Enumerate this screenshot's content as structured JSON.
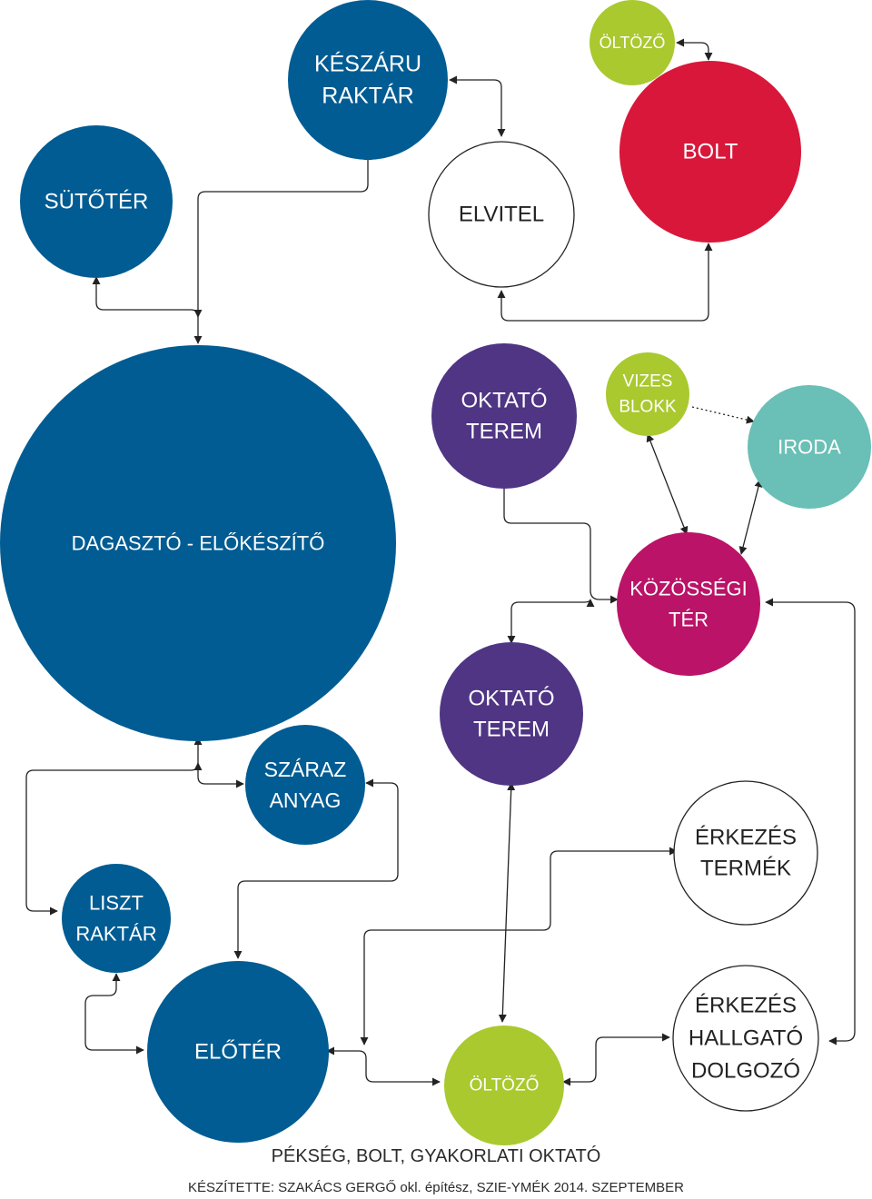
{
  "colors": {
    "blue": "#005c93",
    "red": "#d9173a",
    "green": "#a9c92f",
    "purple": "#4f3584",
    "teal": "#6abfb6",
    "magenta": "#ba1367",
    "white": "#ffffff",
    "stroke": "#222222",
    "text_dark": "#222222",
    "text_light": "#ffffff"
  },
  "nodes": {
    "kesz_raktar": [
      "KÉSZÁRU",
      "RAKTÁR"
    ],
    "oltozo_top": [
      "ÖLTÖZŐ"
    ],
    "bolt": [
      "BOLT"
    ],
    "sutoter": [
      "SÜTŐTÉR"
    ],
    "elvitel": [
      "ELVITEL"
    ],
    "oktato_terem_1": [
      "OKTATÓ",
      "TEREM"
    ],
    "vizes_blokk": [
      "VIZES",
      "BLOKK"
    ],
    "iroda": [
      "IRODA"
    ],
    "dagaszto": [
      "DAGASZTÓ - ELŐKÉSZÍTŐ"
    ],
    "kozossegi_ter": [
      "KÖZÖSSÉGI",
      "TÉR"
    ],
    "oktato_terem_2": [
      "OKTATÓ",
      "TEREM"
    ],
    "szaraz_anyag": [
      "SZÁRAZ",
      "ANYAG"
    ],
    "erkezes_termek": [
      "ÉRKEZÉS",
      "TERMÉK"
    ],
    "liszt_raktar": [
      "LISZT",
      "RAKTÁR"
    ],
    "eloter": [
      "ELŐTÉR"
    ],
    "erkezes_hallgato": [
      "ÉRKEZÉS",
      "HALLGATÓ",
      "DOLGOZÓ"
    ],
    "oltozo_bottom": [
      "ÖLTÖZŐ"
    ]
  },
  "footer": {
    "title": "PÉKSÉG, BOLT, GYAKORLATI OKTATÓ",
    "credit": "KÉSZÍTETTE: SZAKÁCS GERGŐ okl. építész, SZIE-YMÉK  2014. SZEPTEMBER"
  }
}
